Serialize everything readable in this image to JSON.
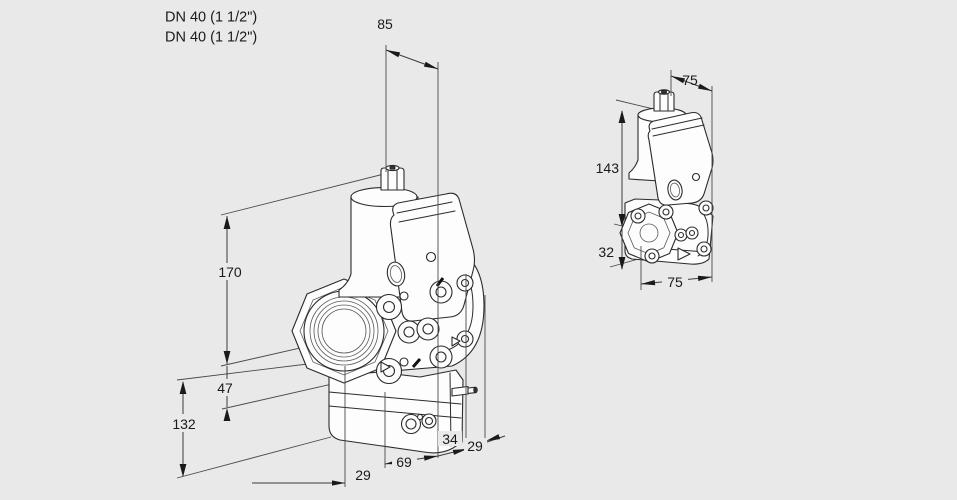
{
  "colors": {
    "background": "#e9e9e9",
    "line": "#2b2b2b",
    "dimension_line": "#3c3c3c",
    "text": "#1a1a1a",
    "shape_fill": "#fdfdfd"
  },
  "header": {
    "line1": "DN 40 (1 1/2\")",
    "line2": "DN 40 (1 1/2\")"
  },
  "main_view": {
    "description": "large isometric dimensional drawing of DN 40 valve",
    "dims": {
      "top_width": "85",
      "overall_height": "170",
      "center_height": "47",
      "lower_height": "132",
      "left_offset": "29",
      "depth": "69",
      "center_width": "34",
      "right_offset": "29"
    }
  },
  "side_view": {
    "description": "small isometric dimensional drawing of compact valve",
    "dims": {
      "top_width": "75",
      "upper_height": "143",
      "lower_height": "32",
      "bottom_width": "75"
    }
  }
}
